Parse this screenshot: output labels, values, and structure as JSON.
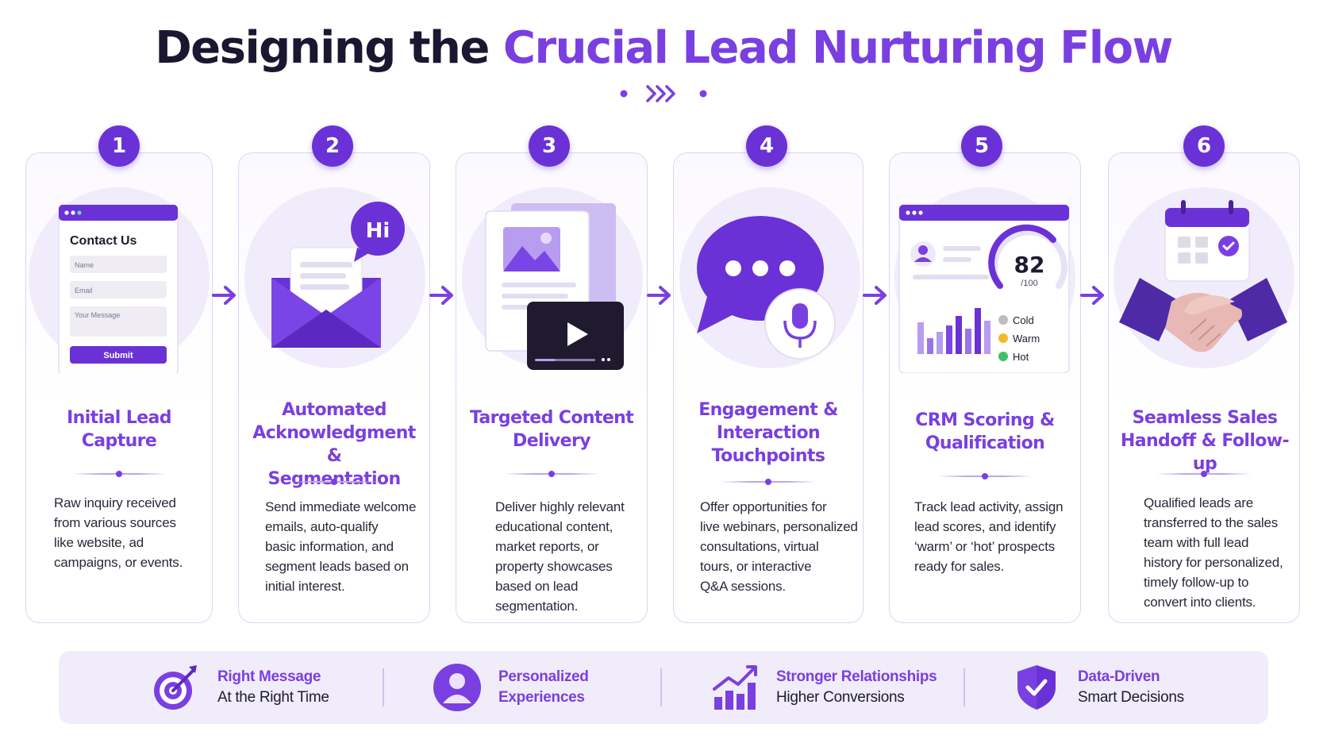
{
  "title": {
    "main": "Designing the",
    "accent": "Crucial Lead Nurturing Flow"
  },
  "colors": {
    "primary": "#6a32d6",
    "accent": "#7a3fe0",
    "light": "#f1ecfb",
    "cold": "#bdbdbd",
    "warm": "#f5b82e",
    "hot": "#3fbf6a"
  },
  "steps": [
    {
      "number": "1",
      "title_line1": "Initial Lead",
      "title_line2": "Capture",
      "desc": [
        "Raw inquiry received",
        "from various sources",
        "like website, ad",
        "campaigns, or events."
      ]
    },
    {
      "number": "2",
      "title_line1": "Automated",
      "title_line2": "Acknowledgment &",
      "title_line3": "Segmentation",
      "desc": [
        "Send immediate welcome",
        "emails, auto-qualify",
        "basic information, and",
        "segment leads based on",
        "initial interest."
      ]
    },
    {
      "number": "3",
      "title_line1": "Targeted Content",
      "title_line2": "Delivery",
      "desc": [
        "Deliver highly relevant",
        "educational content,",
        "market reports, or",
        "property showcases",
        "based on lead",
        "segmentation."
      ]
    },
    {
      "number": "4",
      "title_line1": "Engagement &",
      "title_line2": "Interaction",
      "title_line3": "Touchpoints",
      "desc": [
        "Offer opportunities for",
        "live webinars, personalized",
        "consultations, virtual",
        "tours, or interactive",
        "Q&A sessions."
      ]
    },
    {
      "number": "5",
      "title_line1": "CRM Scoring &",
      "title_line2": "Qualification",
      "desc": [
        "Track lead activity, assign",
        "lead scores, and identify",
        "‘warm’ or ‘hot’ prospects",
        "ready for sales."
      ]
    },
    {
      "number": "6",
      "title_line1": "Seamless Sales",
      "title_line2": "Handoff & Follow-up",
      "desc": [
        "Qualified leads are",
        "transferred to the sales",
        "team with full lead",
        "history for personalized,",
        "timely follow-up to",
        "convert into clients."
      ]
    }
  ],
  "form": {
    "heading": "Contact Us",
    "name_ph": "Name",
    "email_ph": "Email",
    "message_ph": "Your Message",
    "submit": "Submit"
  },
  "bubble": {
    "greeting": "Hi"
  },
  "crm": {
    "score": "82",
    "score_max": "/100",
    "legend": [
      "Cold",
      "Warm",
      "Hot"
    ]
  },
  "benefits": [
    {
      "icon": "target-icon",
      "line1": "Right Message",
      "line2": "At the Right Time"
    },
    {
      "icon": "user-icon",
      "line1": "Personalized",
      "line2": "Experiences"
    },
    {
      "icon": "growth-chart-icon",
      "line1": "Stronger Relationships",
      "line2": "Higher Conversions"
    },
    {
      "icon": "shield-check-icon",
      "line1": "Data-Driven",
      "line2": "Smart Decisions"
    }
  ]
}
